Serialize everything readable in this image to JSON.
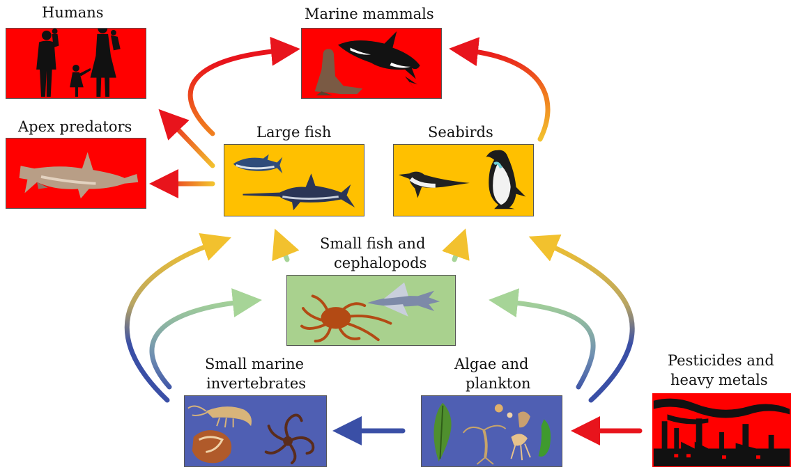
{
  "labels": {
    "humans": "Humans",
    "marine_mammals": "Marine mammals",
    "apex_predators": "Apex predators",
    "large_fish": "Large fish",
    "seabirds": "Seabirds",
    "small_fish_line1": "Small fish and",
    "small_fish_line2": "cephalopods",
    "invertebrates_line1": "Small marine",
    "invertebrates_line2": "invertebrates",
    "algae_line1": "Algae and",
    "algae_line2": "plankton",
    "pollutants_line1": "Pesticides and",
    "pollutants_line2": "heavy metals"
  },
  "colors": {
    "top_level": "#ff0000",
    "large_level": "#ffc000",
    "small_fish_level": "#a9d18e",
    "base_level": "#4f5fb3",
    "arrow_red": "#e8141c",
    "arrow_yellow": "#f2c12e",
    "arrow_green": "#9fd08e",
    "arrow_blue": "#3a4fa6"
  },
  "icons": {
    "humans": "human-family-silhouette",
    "marine_mammals": "sea-lion-and-orca",
    "apex_predators": "hammerhead-shark",
    "large_fish": "tuna-and-swordfish",
    "seabirds": "tern-and-penguin",
    "small_fish": "octopus-and-flying-fish",
    "invertebrates": "shrimp-shell-brittle-star",
    "algae": "seaweed-and-plankton",
    "pollutants": "factory-smokestacks"
  }
}
